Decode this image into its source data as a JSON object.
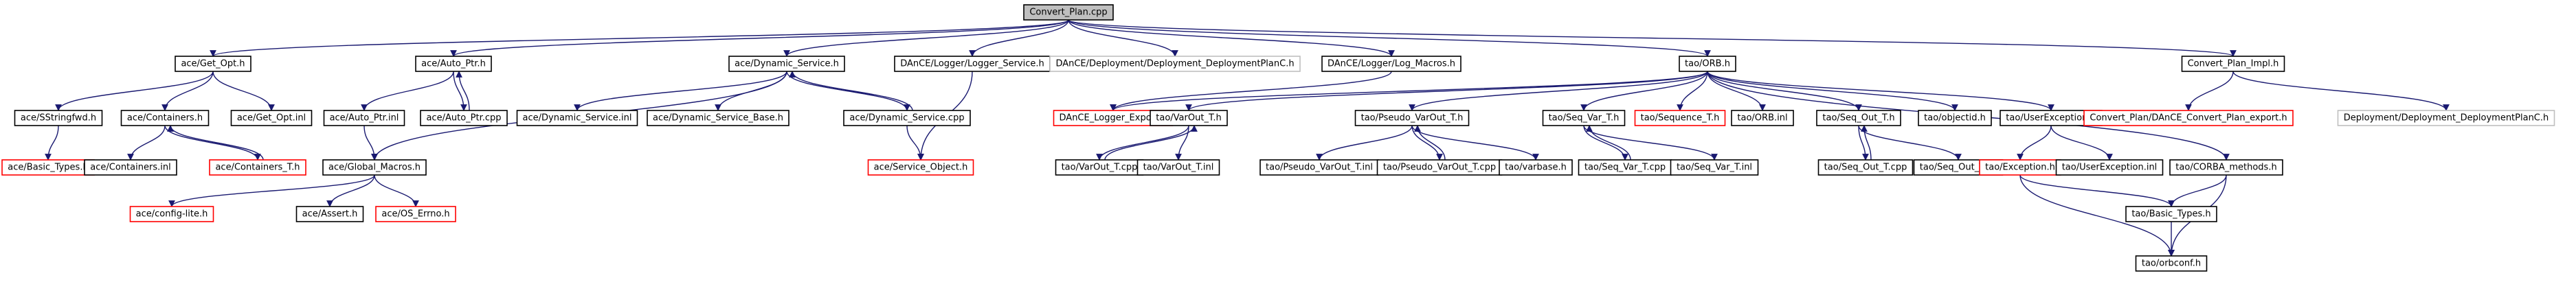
{
  "diagram": {
    "title": "",
    "colors": {
      "root_fill": "#bfbfbf",
      "default_border": "#000000",
      "red_border": "#ff0000",
      "light_border": "#bfbfbf",
      "edge": "#191970"
    },
    "nodes": [
      {
        "id": "convert_plan_cpp",
        "label": "Convert_Plan.cpp",
        "style": "root"
      },
      {
        "id": "ace_get_opt_h",
        "label": "ace/Get_Opt.h",
        "style": "default"
      },
      {
        "id": "ace_auto_ptr_h",
        "label": "ace/Auto_Ptr.h",
        "style": "default"
      },
      {
        "id": "ace_dynamic_service_h",
        "label": "ace/Dynamic_Service.h",
        "style": "default"
      },
      {
        "id": "dance_logger_service_h",
        "label": "DAnCE/Logger/Logger_Service.h",
        "style": "default"
      },
      {
        "id": "dance_deployment_planc_h",
        "label": "DAnCE/Deployment/Deployment_DeploymentPlanC.h",
        "style": "light"
      },
      {
        "id": "dance_log_macros_h",
        "label": "DAnCE/Logger/Log_Macros.h",
        "style": "default"
      },
      {
        "id": "tao_orb_h",
        "label": "tao/ORB.h",
        "style": "default"
      },
      {
        "id": "convert_plan_impl_h",
        "label": "Convert_Plan_Impl.h",
        "style": "default"
      },
      {
        "id": "ace_sstringfwd_h",
        "label": "ace/SStringfwd.h",
        "style": "default"
      },
      {
        "id": "ace_containers_h",
        "label": "ace/Containers.h",
        "style": "default"
      },
      {
        "id": "ace_get_opt_inl",
        "label": "ace/Get_Opt.inl",
        "style": "default"
      },
      {
        "id": "ace_auto_ptr_inl",
        "label": "ace/Auto_Ptr.inl",
        "style": "default"
      },
      {
        "id": "ace_auto_ptr_cpp",
        "label": "ace/Auto_Ptr.cpp",
        "style": "default"
      },
      {
        "id": "ace_dynamic_service_inl",
        "label": "ace/Dynamic_Service.inl",
        "style": "default"
      },
      {
        "id": "ace_dynamic_service_base_h",
        "label": "ace/Dynamic_Service_Base.h",
        "style": "default"
      },
      {
        "id": "ace_dynamic_service_cpp",
        "label": "ace/Dynamic_Service.cpp",
        "style": "default"
      },
      {
        "id": "dance_logger_export_h",
        "label": "DAnCE_Logger_Export.h",
        "style": "red"
      },
      {
        "id": "tao_varout_t_h",
        "label": "tao/VarOut_T.h",
        "style": "default"
      },
      {
        "id": "tao_pseudo_varout_t_h",
        "label": "tao/Pseudo_VarOut_T.h",
        "style": "default"
      },
      {
        "id": "tao_seq_var_t_h",
        "label": "tao/Seq_Var_T.h",
        "style": "default"
      },
      {
        "id": "tao_sequence_t_h",
        "label": "tao/Sequence_T.h",
        "style": "red"
      },
      {
        "id": "tao_orb_inl",
        "label": "tao/ORB.inl",
        "style": "default"
      },
      {
        "id": "tao_seq_out_t_h",
        "label": "tao/Seq_Out_T.h",
        "style": "default"
      },
      {
        "id": "tao_objectid_h",
        "label": "tao/objectid.h",
        "style": "default"
      },
      {
        "id": "tao_userexception_h",
        "label": "tao/UserException.h",
        "style": "default"
      },
      {
        "id": "convert_plan_export_h",
        "label": "Convert_Plan/DAnCE_Convert_Plan_export.h",
        "style": "red"
      },
      {
        "id": "deployment_planc_h",
        "label": "Deployment/Deployment_DeploymentPlanC.h",
        "style": "light"
      },
      {
        "id": "ace_basic_types_h",
        "label": "ace/Basic_Types.h",
        "style": "red"
      },
      {
        "id": "ace_containers_inl",
        "label": "ace/Containers.inl",
        "style": "default"
      },
      {
        "id": "ace_containers_t_h",
        "label": "ace/Containers_T.h",
        "style": "red"
      },
      {
        "id": "ace_global_macros_h",
        "label": "ace/Global_Macros.h",
        "style": "default"
      },
      {
        "id": "ace_service_object_h",
        "label": "ace/Service_Object.h",
        "style": "red"
      },
      {
        "id": "tao_varout_t_cpp",
        "label": "tao/VarOut_T.cpp",
        "style": "default"
      },
      {
        "id": "tao_varout_t_inl",
        "label": "tao/VarOut_T.inl",
        "style": "default"
      },
      {
        "id": "tao_pseudo_varout_t_inl",
        "label": "tao/Pseudo_VarOut_T.inl",
        "style": "default"
      },
      {
        "id": "tao_pseudo_varout_t_cpp",
        "label": "tao/Pseudo_VarOut_T.cpp",
        "style": "default"
      },
      {
        "id": "tao_varbase_h",
        "label": "tao/varbase.h",
        "style": "default"
      },
      {
        "id": "tao_seq_var_t_cpp",
        "label": "tao/Seq_Var_T.cpp",
        "style": "default"
      },
      {
        "id": "tao_seq_var_t_inl",
        "label": "tao/Seq_Var_T.inl",
        "style": "default"
      },
      {
        "id": "tao_seq_out_t_cpp",
        "label": "tao/Seq_Out_T.cpp",
        "style": "default"
      },
      {
        "id": "tao_seq_out_t_inl",
        "label": "tao/Seq_Out_T.inl",
        "style": "default"
      },
      {
        "id": "tao_exception_h",
        "label": "tao/Exception.h",
        "style": "red"
      },
      {
        "id": "tao_userexception_inl",
        "label": "tao/UserException.inl",
        "style": "default"
      },
      {
        "id": "tao_corba_methods_h",
        "label": "tao/CORBA_methods.h",
        "style": "default"
      },
      {
        "id": "ace_config_lite_h",
        "label": "ace/config-lite.h",
        "style": "red"
      },
      {
        "id": "ace_assert_h",
        "label": "ace/Assert.h",
        "style": "default"
      },
      {
        "id": "ace_os_errno_h",
        "label": "ace/OS_Errno.h",
        "style": "red"
      },
      {
        "id": "tao_basic_types_h",
        "label": "tao/Basic_Types.h",
        "style": "default"
      },
      {
        "id": "tao_orbconf_h",
        "label": "tao/orbconf.h",
        "style": "default"
      }
    ],
    "edges": [
      [
        "convert_plan_cpp",
        "ace_get_opt_h"
      ],
      [
        "convert_plan_cpp",
        "ace_auto_ptr_h"
      ],
      [
        "convert_plan_cpp",
        "ace_dynamic_service_h"
      ],
      [
        "convert_plan_cpp",
        "dance_logger_service_h"
      ],
      [
        "convert_plan_cpp",
        "dance_deployment_planc_h"
      ],
      [
        "convert_plan_cpp",
        "dance_log_macros_h"
      ],
      [
        "convert_plan_cpp",
        "tao_orb_h"
      ],
      [
        "convert_plan_cpp",
        "convert_plan_impl_h"
      ],
      [
        "ace_get_opt_h",
        "ace_sstringfwd_h"
      ],
      [
        "ace_get_opt_h",
        "ace_containers_h"
      ],
      [
        "ace_get_opt_h",
        "ace_get_opt_inl"
      ],
      [
        "ace_sstringfwd_h",
        "ace_basic_types_h"
      ],
      [
        "ace_containers_h",
        "ace_containers_inl"
      ],
      [
        "ace_containers_h",
        "ace_containers_t_h"
      ],
      [
        "ace_containers_t_h",
        "ace_containers_h"
      ],
      [
        "ace_auto_ptr_h",
        "ace_auto_ptr_inl"
      ],
      [
        "ace_auto_ptr_h",
        "ace_auto_ptr_cpp"
      ],
      [
        "ace_auto_ptr_cpp",
        "ace_auto_ptr_h"
      ],
      [
        "ace_auto_ptr_inl",
        "ace_global_macros_h"
      ],
      [
        "ace_global_macros_h",
        "ace_config_lite_h"
      ],
      [
        "ace_global_macros_h",
        "ace_assert_h"
      ],
      [
        "ace_global_macros_h",
        "ace_os_errno_h"
      ],
      [
        "ace_dynamic_service_h",
        "ace_dynamic_service_inl"
      ],
      [
        "ace_dynamic_service_h",
        "ace_dynamic_service_base_h"
      ],
      [
        "ace_dynamic_service_h",
        "ace_dynamic_service_cpp"
      ],
      [
        "ace_dynamic_service_h",
        "ace_global_macros_h"
      ],
      [
        "ace_dynamic_service_cpp",
        "ace_dynamic_service_h"
      ],
      [
        "ace_dynamic_service_cpp",
        "ace_service_object_h"
      ],
      [
        "dance_logger_service_h",
        "ace_service_object_h"
      ],
      [
        "dance_log_macros_h",
        "dance_logger_export_h"
      ],
      [
        "tao_orb_h",
        "dance_logger_export_h"
      ],
      [
        "tao_orb_h",
        "tao_varout_t_h"
      ],
      [
        "tao_orb_h",
        "tao_pseudo_varout_t_h"
      ],
      [
        "tao_orb_h",
        "tao_seq_var_t_h"
      ],
      [
        "tao_orb_h",
        "tao_sequence_t_h"
      ],
      [
        "tao_orb_h",
        "tao_orb_inl"
      ],
      [
        "tao_orb_h",
        "tao_seq_out_t_h"
      ],
      [
        "tao_orb_h",
        "tao_objectid_h"
      ],
      [
        "tao_orb_h",
        "tao_userexception_h"
      ],
      [
        "tao_orb_h",
        "tao_corba_methods_h"
      ],
      [
        "tao_varout_t_h",
        "tao_varout_t_cpp"
      ],
      [
        "tao_varout_t_h",
        "tao_varout_t_inl"
      ],
      [
        "tao_varout_t_cpp",
        "tao_varout_t_h"
      ],
      [
        "tao_pseudo_varout_t_h",
        "tao_pseudo_varout_t_inl"
      ],
      [
        "tao_pseudo_varout_t_h",
        "tao_pseudo_varout_t_cpp"
      ],
      [
        "tao_pseudo_varout_t_h",
        "tao_varbase_h"
      ],
      [
        "tao_pseudo_varout_t_cpp",
        "tao_pseudo_varout_t_h"
      ],
      [
        "tao_seq_var_t_h",
        "tao_seq_var_t_cpp"
      ],
      [
        "tao_seq_var_t_h",
        "tao_seq_var_t_inl"
      ],
      [
        "tao_seq_var_t_cpp",
        "tao_seq_var_t_h"
      ],
      [
        "tao_seq_out_t_h",
        "tao_seq_out_t_cpp"
      ],
      [
        "tao_seq_out_t_h",
        "tao_seq_out_t_inl"
      ],
      [
        "tao_seq_out_t_cpp",
        "tao_seq_out_t_h"
      ],
      [
        "tao_userexception_h",
        "tao_exception_h"
      ],
      [
        "tao_userexception_h",
        "tao_userexception_inl"
      ],
      [
        "tao_exception_h",
        "tao_basic_types_h"
      ],
      [
        "tao_exception_h",
        "tao_orbconf_h"
      ],
      [
        "tao_corba_methods_h",
        "tao_basic_types_h"
      ],
      [
        "tao_corba_methods_h",
        "tao_orbconf_h"
      ],
      [
        "tao_basic_types_h",
        "tao_orbconf_h"
      ],
      [
        "convert_plan_impl_h",
        "convert_plan_export_h"
      ],
      [
        "convert_plan_impl_h",
        "deployment_planc_h"
      ]
    ]
  }
}
